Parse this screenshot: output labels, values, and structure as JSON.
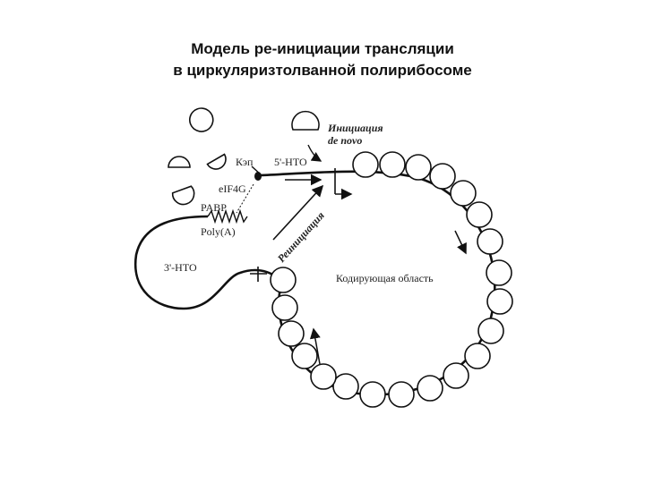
{
  "title": {
    "line1": "Модель ре-инициации трансляции",
    "line2": "в циркуляризтолванной полирибосоме"
  },
  "labels": {
    "initiation_line1": "Инициация",
    "initiation_line2": "de novo",
    "cap": "Кэп",
    "utr5": "5'-НТО",
    "eif4g": "eIF4G",
    "pabp": "PABP",
    "polya": "Poly(A)",
    "reinitiation": "Реинициация",
    "utr3": "3'-НТО",
    "coding_region": "Кодирующая область"
  }
}
